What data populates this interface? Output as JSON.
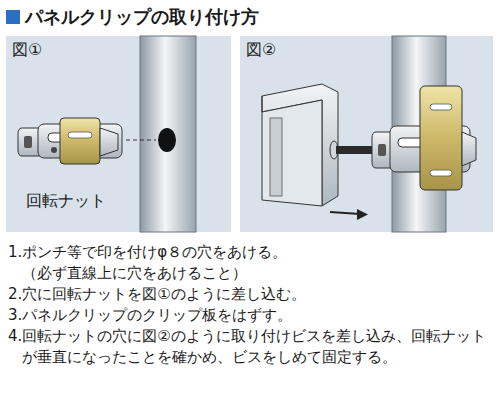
{
  "diagram": {
    "title": "パネルクリップの取り付け方",
    "nodes": [
      {
        "text": [
          "図①"
        ]
      },
      {
        "text": [
          "図②"
        ]
      }
    ],
    "labels": [
      "回転ナット",
      "1.ポンチ等で印を付けφ８の穴をあける。",
      "（必ず直線上に穴をあけること）",
      "2.穴に回転ナットを図①のように差し込む。",
      "3.パネルクリップのクリップ板をはずす。",
      "4.回転ナットの穴に図②のように取り付けビスを差し込み、回転ナットが垂直になったことを確かめ、ビスをしめて固定する。"
    ]
  }
}
